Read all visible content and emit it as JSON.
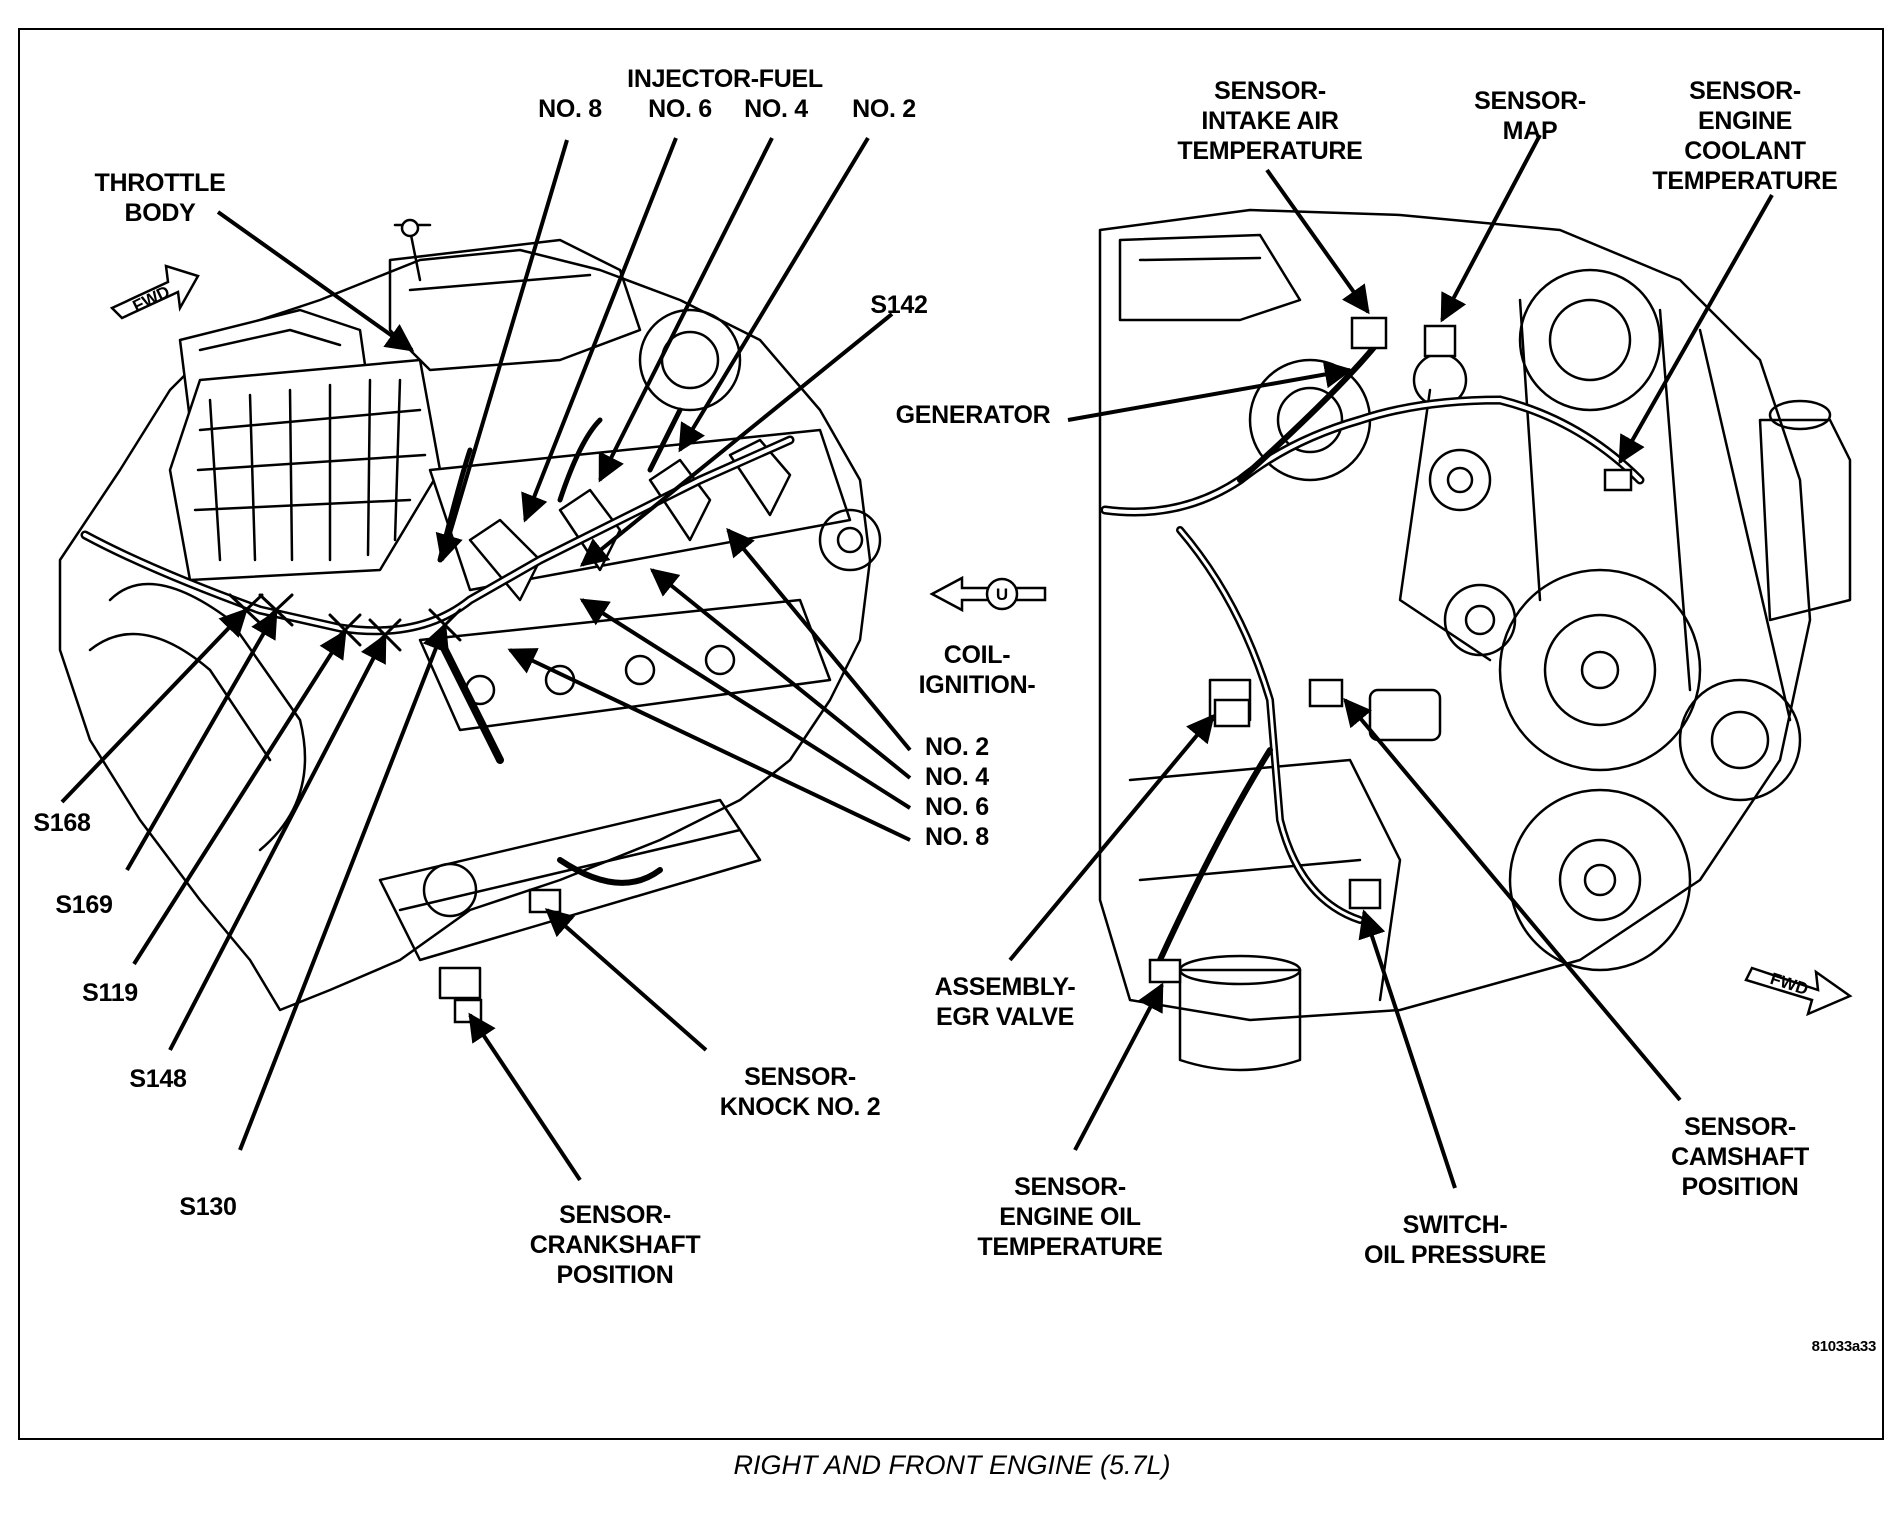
{
  "figure_id": "81033a33",
  "caption": "RIGHT AND FRONT ENGINE (5.7L)",
  "direction_marks": {
    "fwd": "FWD",
    "up": "U"
  },
  "labels": {
    "injector_fuel": "INJECTOR-FUEL",
    "inj_no8": "NO. 8",
    "inj_no6": "NO. 6",
    "inj_no4": "NO. 4",
    "inj_no2": "NO. 2",
    "throttle_body": "THROTTLE\nBODY",
    "s142": "S142",
    "coil_ignition": "COIL-\nIGNITION-",
    "coil_no2": "NO. 2",
    "coil_no4": "NO. 4",
    "coil_no6": "NO. 6",
    "coil_no8": "NO. 8",
    "s168": "S168",
    "s169": "S169",
    "s119": "S119",
    "s148": "S148",
    "s130": "S130",
    "knock_sensor": "SENSOR-\nKNOCK NO. 2",
    "crankshaft_sensor": "SENSOR-\nCRANKSHAFT\nPOSITION",
    "iat_sensor": "SENSOR-\nINTAKE AIR\nTEMPERATURE",
    "map_sensor": "SENSOR-\nMAP",
    "ect_sensor": "SENSOR-\nENGINE\nCOOLANT\nTEMPERATURE",
    "generator": "GENERATOR",
    "egr_valve": "ASSEMBLY-\nEGR VALVE",
    "oil_temp_sensor": "SENSOR-\nENGINE OIL\nTEMPERATURE",
    "oil_pressure_switch": "SWITCH-\nOIL PRESSURE",
    "camshaft_sensor": "SENSOR-\nCAMSHAFT\nPOSITION"
  }
}
